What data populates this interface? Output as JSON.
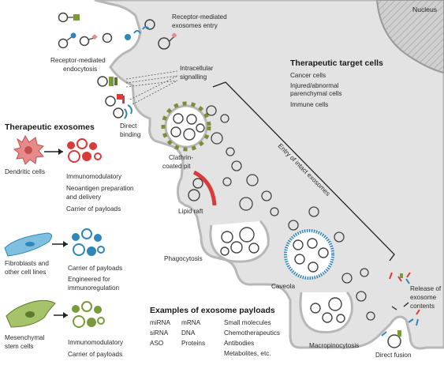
{
  "nucleus_label": "Nucleus",
  "target": {
    "title": "Therapeutic target cells",
    "items": [
      "Cancer cells",
      "Injured/abnormal",
      "parenchymal cells",
      "Immune cells"
    ]
  },
  "uptake": {
    "receptor_entry": [
      "Receptor-mediated",
      "exosomes entry"
    ],
    "receptor_endocytosis": [
      "Receptor-mediated",
      "endocytosis"
    ],
    "signalling": [
      "Intracellular",
      "signalling"
    ],
    "direct_binding": [
      "Direct",
      "binding"
    ],
    "clathrin": [
      "Clathrin-",
      "coated pit"
    ],
    "lipid_raft": "Lipid raft",
    "phagocytosis": "Phagocytosis",
    "caveola": "Caveola",
    "macropinocytosis": "Macropinocytosis",
    "direct_fusion": "Direct fusion",
    "release": [
      "Release of",
      "exosome",
      "contents"
    ],
    "entry_intact": "Entry of intact exosomes"
  },
  "therapeutic": {
    "title": "Therapeutic exosomes",
    "sources": [
      {
        "name": [
          "Dendritic cells"
        ],
        "functions": [
          "Immunomodulatory",
          "Neoantigen preparation",
          "and delivery",
          "Carrier of payloads"
        ],
        "color": "#d93a3a"
      },
      {
        "name": [
          "Fibroblasts and",
          "other cell lines"
        ],
        "functions": [
          "Carrier of payloads",
          "Engineered for",
          "immunoregulation"
        ],
        "color": "#2f86b8"
      },
      {
        "name": [
          "Mesenchymal",
          "stem cells"
        ],
        "functions": [
          "Immunomodulatory",
          "Carrier of payloads"
        ],
        "color": "#7a9a3a"
      }
    ]
  },
  "payloads": {
    "title": "Examples of exosome payloads",
    "col1": [
      "miRNA",
      "siRNA",
      "ASO"
    ],
    "col2": [
      "mRNA",
      "DNA",
      "Proteins"
    ],
    "col3": [
      "Small molecules",
      "Chemotherapeutics",
      "Antibodies",
      "Metabolites, etc."
    ]
  },
  "colors": {
    "cell_fill": "#e3e3e3",
    "membrane": "#b7b7b7",
    "red": "#d93a3a",
    "blue": "#2f86b8",
    "green": "#7a9a3a",
    "clathrin": "#7e8c3b",
    "caveola": "#2f86b8"
  }
}
